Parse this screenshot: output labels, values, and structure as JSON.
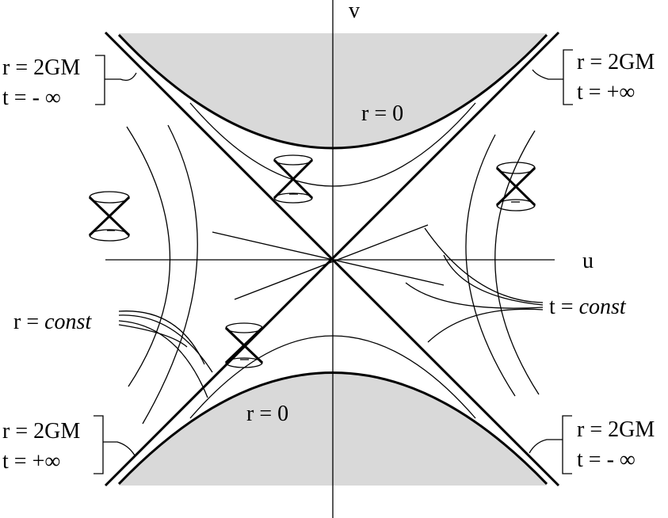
{
  "axes": {
    "v_label": "v",
    "u_label": "u"
  },
  "singularity": {
    "top_label": "r = 0",
    "bottom_label": "r = 0"
  },
  "horizons": {
    "top_left": {
      "line1": "r = 2GM",
      "line2": "t = - ∞"
    },
    "top_right": {
      "line1": "r = 2GM",
      "line2": "t = +∞"
    },
    "bottom_left": {
      "line1": "r = 2GM",
      "line2": "t = +∞"
    },
    "bottom_right": {
      "line1": "r = 2GM",
      "line2": "t = - ∞"
    }
  },
  "curves": {
    "r_const": {
      "prefix": "r = ",
      "value": "const"
    },
    "t_const": {
      "prefix": "t = ",
      "value": "const"
    }
  },
  "colors": {
    "singular_region": "#d9d9d9",
    "ink": "#000000"
  }
}
